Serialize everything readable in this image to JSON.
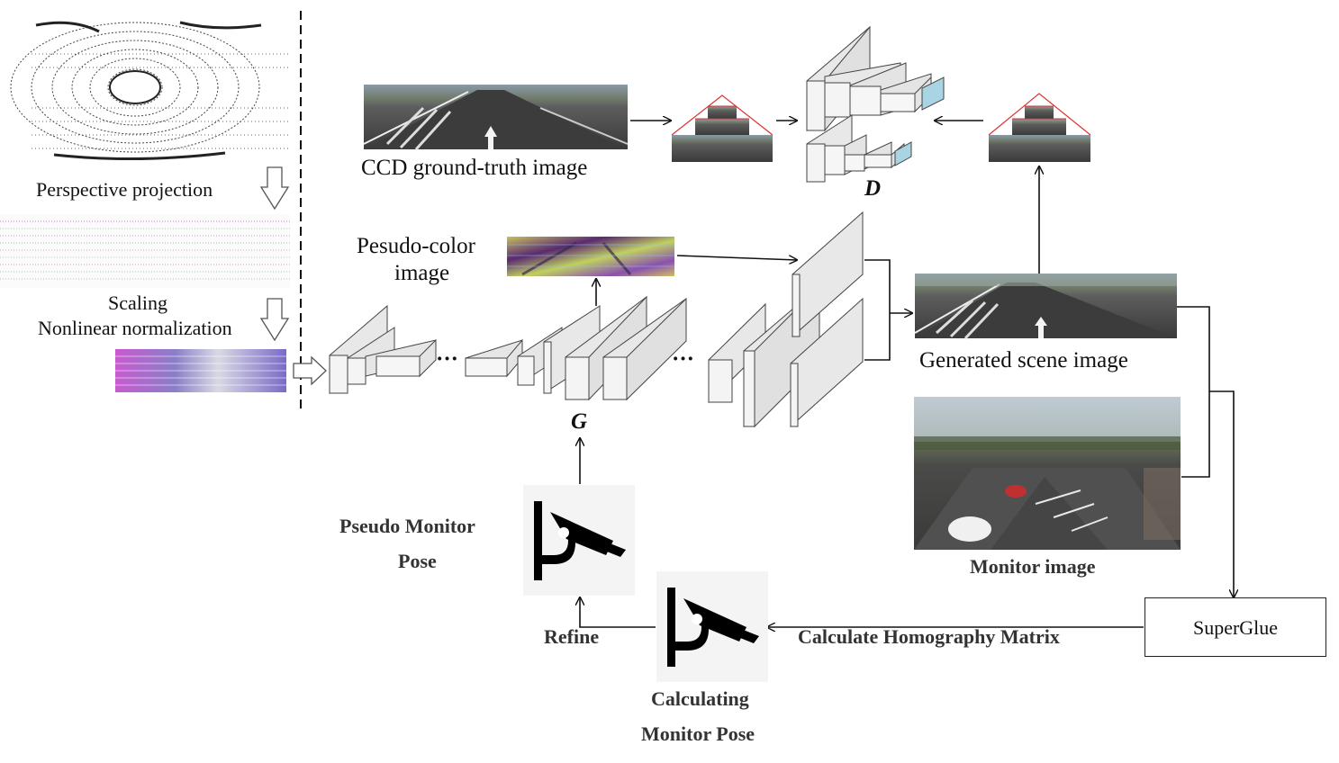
{
  "labels": {
    "perspective_projection": "Perspective projection",
    "scaling": "Scaling",
    "nonlinear_normalization": "Nonlinear normalization",
    "ccd_image": "CCD ground-truth image",
    "pseudo_color_line1": "Pesudo-color",
    "pseudo_color_line2": "image",
    "generator": "G",
    "discriminator": "D",
    "generated_scene": "Generated scene image",
    "monitor_image": "Monitor image",
    "superglue": "SuperGlue",
    "calc_homography": "Calculate  Homography Matrix",
    "refine": "Refine",
    "pseudo_pose_line1": "Pseudo Monitor",
    "pseudo_pose_line2": "Pose",
    "calc_pose_line1": "Calculating",
    "calc_pose_line2": "Monitor Pose",
    "ellipsis": "···"
  },
  "icons": {
    "camera_top": "security-camera-icon",
    "camera_bottom": "security-camera-icon"
  },
  "colors": {
    "layer_face": "#f2f2f2",
    "layer_side": "#e4e4e4",
    "output_layer": "#a9d4e4",
    "pyramid_line": "#e03030"
  }
}
